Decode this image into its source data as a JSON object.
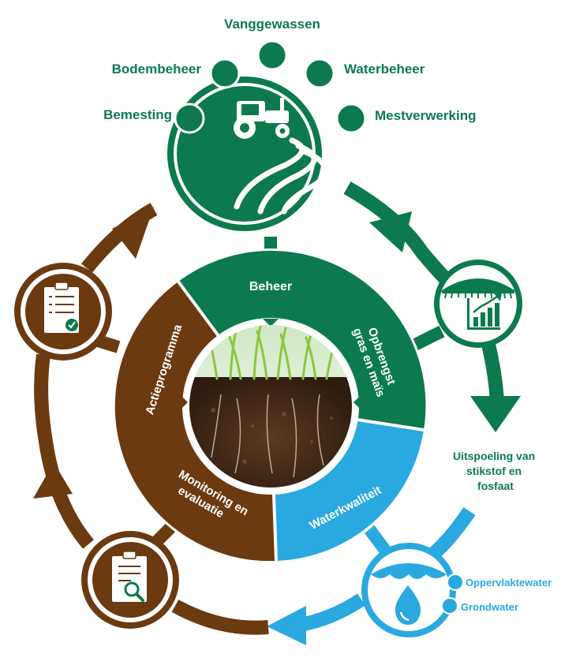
{
  "colors": {
    "green": "#0c7a4e",
    "brown": "#6b3a10",
    "blue": "#2aa8e0",
    "white": "#ffffff"
  },
  "top_labels": {
    "vanggewassen": "Vanggewassen",
    "bodembeheer": "Bodembeheer",
    "waterbeheer": "Waterbeheer",
    "bemesting": "Bemesting",
    "mestverwerking": "Mestverwerking"
  },
  "ring": {
    "beheer": "Beheer",
    "opbrengst_line1": "Opbrengst",
    "opbrengst_line2": "gras en maïs",
    "waterkwaliteit": "Waterkwaliteit",
    "monitoring_line1": "Monitoring en",
    "monitoring_line2": "evaluatie",
    "actieprogramma": "Actieprogramma"
  },
  "side_labels": {
    "uitspoeling_line1": "Uitspoeling van",
    "uitspoeling_line2": "stikstof en",
    "uitspoeling_line3": "fosfaat",
    "oppervlaktewater": "Oppervlaktewater",
    "grondwater": "Grondwater"
  },
  "icons": {
    "hub": "tractor-icon",
    "yield": "growth-chart-icon",
    "water": "water-drop-icon",
    "monitoring": "clipboard-search-icon",
    "program": "checklist-icon",
    "center": "soil-grass-photo"
  }
}
